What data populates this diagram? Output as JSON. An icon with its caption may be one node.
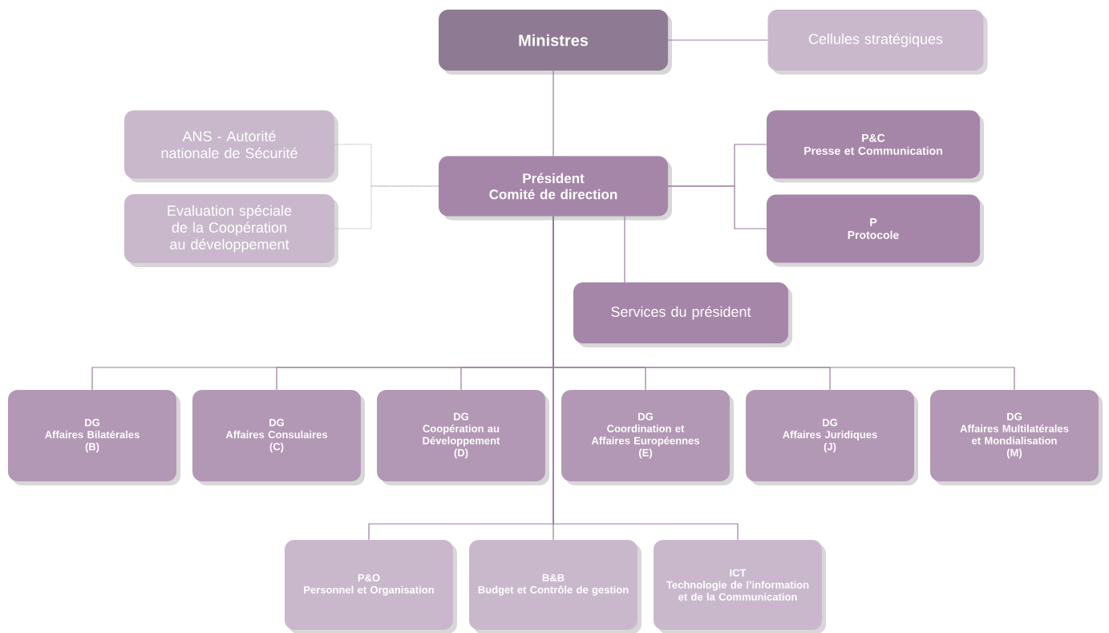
{
  "diagram": {
    "nodes": [
      {
        "text": [
          "Ministres"
        ]
      },
      {
        "text": [
          "Cellules stratégiques"
        ]
      },
      {
        "text": [
          "ANS - Autorité nationale de Sécurité"
        ]
      },
      {
        "text": [
          "Evaluation spéciale de la Coopération au développement"
        ]
      },
      {
        "text": [
          "Président",
          "Comité de direction"
        ]
      },
      {
        "text": [
          "P&C",
          "Presse et Communication"
        ]
      },
      {
        "text": [
          "P",
          "Protocole"
        ]
      },
      {
        "text": [
          "Services du président"
        ]
      },
      {
        "text": [
          "DG",
          "Affaires Bilatérales",
          "(B)"
        ]
      },
      {
        "text": [
          "DG",
          "Affaires Consulaires",
          "(C)"
        ]
      },
      {
        "text": [
          "DG",
          "Coopération au Développement",
          "(D)"
        ]
      },
      {
        "text": [
          "DG",
          "Coordination et Affaires Européennes",
          "(E)"
        ]
      },
      {
        "text": [
          "DG",
          "Affaires Juridiques",
          "(J)"
        ]
      },
      {
        "text": [
          "DG",
          "Affaires Multilatérales et Mondialisation",
          "(M)"
        ]
      },
      {
        "text": [
          "P&O",
          "Personnel et Organisation"
        ]
      },
      {
        "text": [
          "B&B",
          "Budget et Contrôle de gestion"
        ]
      },
      {
        "text": [
          "ICT",
          "Technologie de l’information et de la Communication"
        ]
      }
    ],
    "edges": [
      {
        "from": 0,
        "to": 1,
        "arrow": "none"
      },
      {
        "from": 0,
        "to": 4,
        "arrow": "none"
      },
      {
        "from": 4,
        "to": 2,
        "arrow": "none",
        "style": "dashed",
        "color": "#999999"
      },
      {
        "from": 4,
        "to": 3,
        "arrow": "none",
        "style": "dashed",
        "color": "#999999"
      },
      {
        "from": 4,
        "to": 5,
        "arrow": "none"
      },
      {
        "from": 4,
        "to": 6,
        "arrow": "none"
      },
      {
        "from": 4,
        "to": 7,
        "arrow": "none"
      },
      {
        "from": 4,
        "to": 8,
        "arrow": "none"
      },
      {
        "from": 4,
        "to": 9,
        "arrow": "none"
      },
      {
        "from": 4,
        "to": 10,
        "arrow": "none"
      },
      {
        "from": 4,
        "to": 11,
        "arrow": "none"
      },
      {
        "from": 4,
        "to": 12,
        "arrow": "none"
      },
      {
        "from": 4,
        "to": 13,
        "arrow": "none"
      },
      {
        "from": 4,
        "to": 14,
        "arrow": "none"
      },
      {
        "from": 4,
        "to": 15,
        "arrow": "none"
      },
      {
        "from": 4,
        "to": 16,
        "arrow": "none"
      }
    ]
  }
}
